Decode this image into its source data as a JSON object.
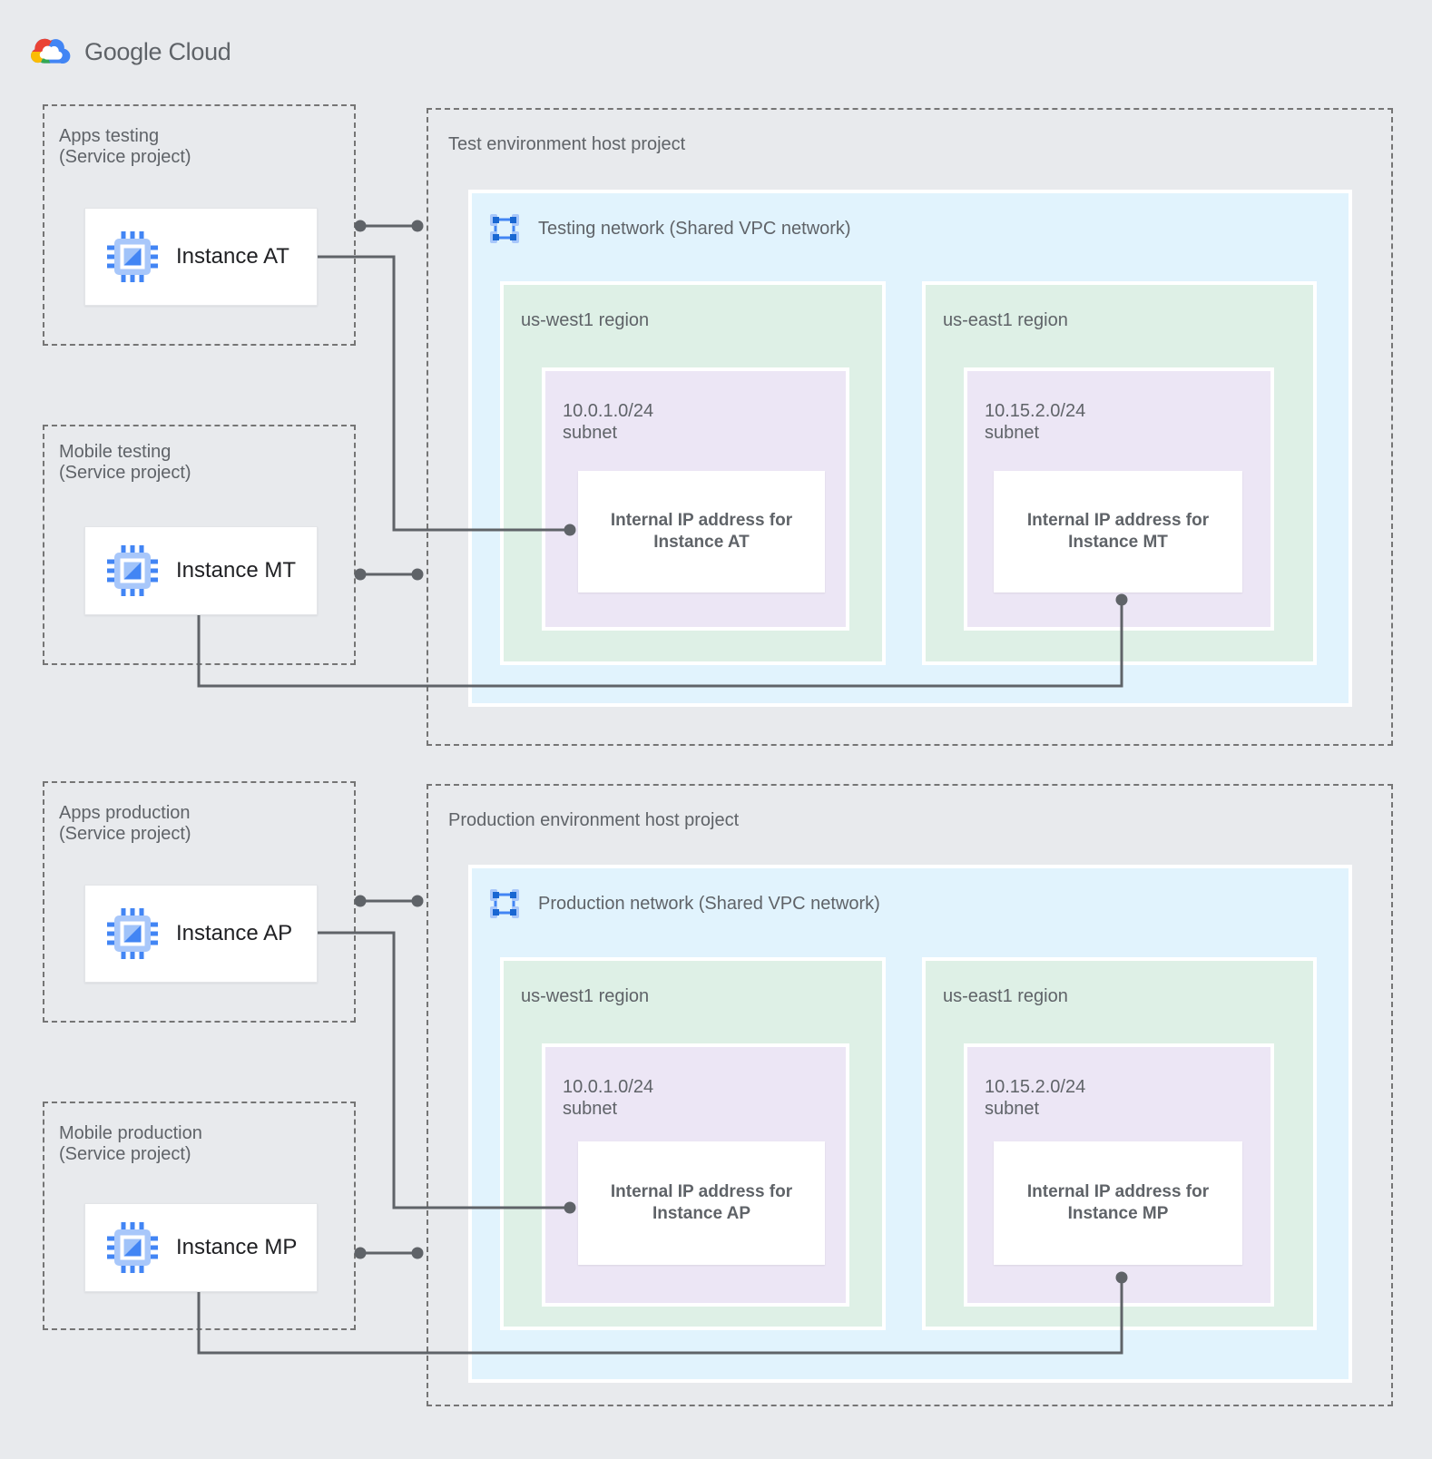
{
  "page": {
    "brand": "Google Cloud"
  },
  "colors": {
    "canvas_bg": "#E8EAED",
    "network_bg": "#E1F3FD",
    "region_bg": "#DEF0E6",
    "subnet_bg": "#ECE6F5",
    "connector": "#5F6368",
    "dashed_border": "#757575",
    "icon_blue": "#4285F4",
    "icon_light_blue": "#A8C7FA",
    "icon_dark_blue": "#1967D2",
    "label_gray": "#5F6368",
    "instance_text": "#202124"
  },
  "service_projects": [
    {
      "name": "Apps testing",
      "subtitle": "(Service project)",
      "instance": "Instance AT"
    },
    {
      "name": "Mobile testing",
      "subtitle": "(Service project)",
      "instance": "Instance MT"
    },
    {
      "name": "Apps production",
      "subtitle": "(Service project)",
      "instance": "Instance AP"
    },
    {
      "name": "Mobile production",
      "subtitle": "(Service project)",
      "instance": "Instance MP"
    }
  ],
  "host_projects": [
    {
      "title": "Test environment host project",
      "network": "Testing network (Shared VPC network)",
      "regions": [
        {
          "name": "us-west1 region",
          "cidr": "10.0.1.0/24",
          "subnet_word": "subnet",
          "ip1": "Internal IP address for",
          "ip2": "Instance AT"
        },
        {
          "name": "us-east1 region",
          "cidr": "10.15.2.0/24",
          "subnet_word": "subnet",
          "ip1": "Internal IP address for",
          "ip2": "Instance MT"
        }
      ]
    },
    {
      "title": "Production environment host project",
      "network": "Production network (Shared VPC network)",
      "regions": [
        {
          "name": "us-west1 region",
          "cidr": "10.0.1.0/24",
          "subnet_word": "subnet",
          "ip1": "Internal IP address for",
          "ip2": "Instance AP"
        },
        {
          "name": "us-east1 region",
          "cidr": "10.15.2.0/24",
          "subnet_word": "subnet",
          "ip1": "Internal IP address for",
          "ip2": "Instance MP"
        }
      ]
    }
  ]
}
